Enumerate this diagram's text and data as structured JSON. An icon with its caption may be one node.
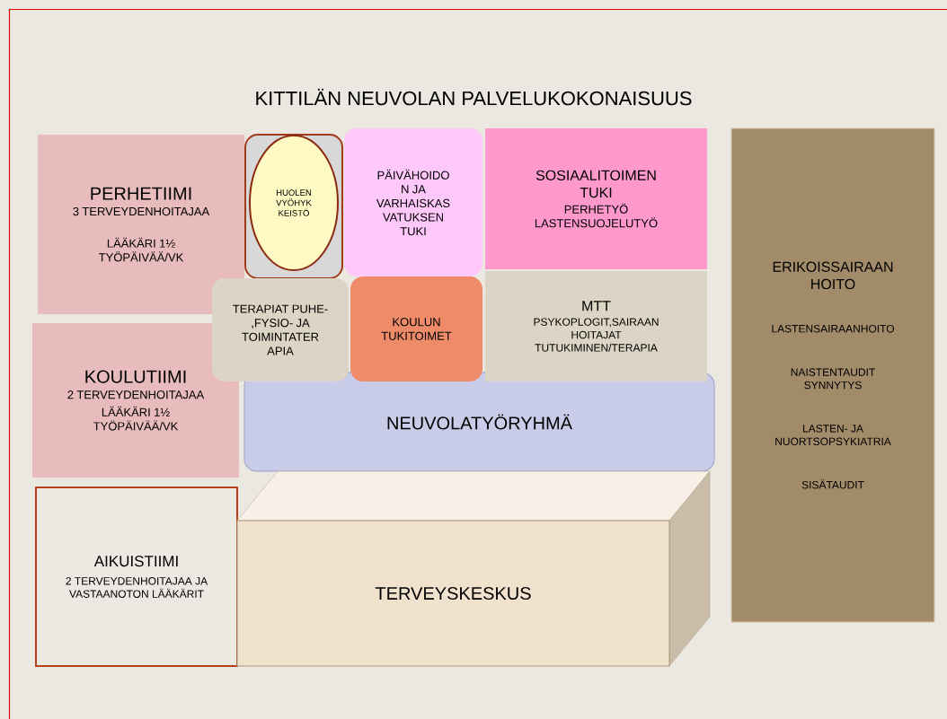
{
  "diagram": {
    "title": "KITTILÄN NEUVOLAN PALVELUKOKONAISUUS",
    "nodes": [
      {
        "text": [
          "PERHETIIMI",
          "3 TERVEYDENHOITAJAA",
          "LÄÄKÄRI 1½ TYÖPÄIVÄÄ/VK"
        ]
      },
      {
        "text": [
          "KOULUTIIMI",
          "2 TERVEYDENHOITAJAA",
          "LÄÄKÄRI 1½ TYÖPÄIVÄÄ/VK"
        ]
      },
      {
        "text": [],
        "shape": "box"
      },
      {
        "text": [
          "HUOLEN VYÖHYK KEISTÖ"
        ],
        "in": 2
      },
      {
        "text": [
          "PÄIVÄHOIDO N JA VARHAISKAS VATUKSEN TUKI"
        ]
      },
      {
        "text": [
          "SOSIAALITOIMEN TUKI",
          "PERHETYÖ LASTENSUOJELUTYÖ"
        ]
      },
      {
        "text": [
          "TERAPIAT PUHE-,FYSIO- JA TOIMINTATER APIA"
        ]
      },
      {
        "text": [
          "KOULUN TUKITOIMET"
        ]
      },
      {
        "text": [
          "MTT",
          "PSYKOPLOGIT,SAIRAAN HOITAJAT TUTUKIMINEN/TERAPIA"
        ]
      },
      {
        "text": [
          "NEUVOLATYÖRYHMÄ"
        ]
      },
      {
        "text": [
          "ERIKOISSAIRAAN HOITO",
          "LASTENSAIRAANHOITO",
          "NAISTENTAUDIT SYNNYTYS",
          "LASTEN- JA NUORTSOPSYKIATRIA",
          "SISÄTAUDIT"
        ]
      },
      {
        "text": [
          "AIKUISTIIMI",
          "2 TERVEYDENHOITAJAA JA VASTAANOTON LÄÄKÄRIT"
        ]
      },
      {
        "text": [
          "TERVEYSKESKUS"
        ]
      }
    ]
  }
}
